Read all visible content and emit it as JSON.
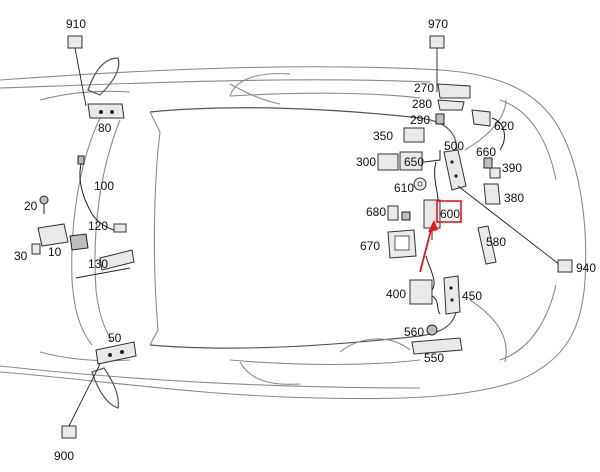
{
  "labels": {
    "p910": "910",
    "p970": "970",
    "p270": "270",
    "p280": "280",
    "p290": "290",
    "p620": "620",
    "p350": "350",
    "p500": "500",
    "p660": "660",
    "p390": "390",
    "p300": "300",
    "p650": "650",
    "p610": "610",
    "p380": "380",
    "p80": "80",
    "p100": "100",
    "p20": "20",
    "p120": "120",
    "p680": "680",
    "p600": "600",
    "p30": "30",
    "p10": "10",
    "p670": "670",
    "p580": "580",
    "p940": "940",
    "p130": "130",
    "p400": "400",
    "p450": "450",
    "p50": "50",
    "p560": "560",
    "p550": "550",
    "p900": "900"
  },
  "colors": {
    "highlight": "#e8141c"
  }
}
